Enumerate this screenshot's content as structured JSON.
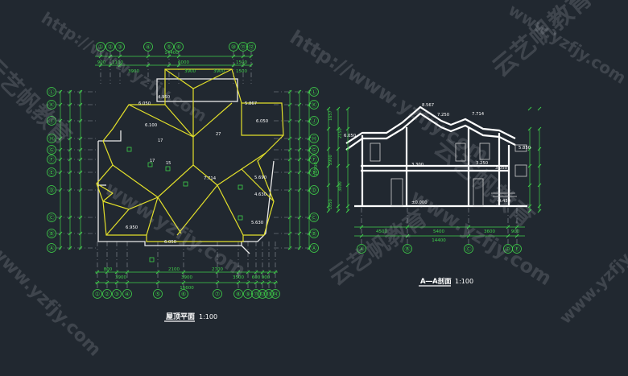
{
  "colors": {
    "background": "#212830",
    "dimension": "#3fd14a",
    "roof": "#e3e02a",
    "wall": "#ffffff",
    "grid_line": "#cfcfcf",
    "text": "#ffffff"
  },
  "plan": {
    "title": "屋顶平面",
    "scale": "1:100",
    "top_axes": [
      "①",
      "②",
      "③",
      "④",
      "⑤",
      "⑥",
      "⑩",
      "⑪",
      "⑫"
    ],
    "bottom_axes": [
      "①",
      "②",
      "③",
      "④",
      "⑤",
      "⑥",
      "⑦",
      "⑧",
      "⑨",
      "⑪",
      "⑫",
      "⑬",
      "⑭"
    ],
    "left_axes": [
      "Ⓛ",
      "Ⓚ",
      "Ⓙ",
      "Ⓗ",
      "Ⓖ",
      "Ⓕ",
      "Ⓔ",
      "Ⓓ",
      "Ⓒ",
      "Ⓑ",
      "Ⓐ"
    ],
    "top_dims": [
      "900",
      "1100",
      "6000",
      "1500",
      "3900",
      "3900",
      "3900",
      "1500"
    ],
    "top_total": "14400",
    "bottom_dims": [
      "800",
      "3900",
      "2100",
      "3900",
      "3500",
      "2700",
      "600",
      "900"
    ],
    "bottom_total": "15600",
    "right_total": "15900",
    "elevations": [
      "6.050",
      "4.950",
      "6.100",
      "5.867",
      "6.050",
      "7.714",
      "5.630",
      "4.630",
      "6.050",
      "5.690",
      "6.950"
    ],
    "roof_marks": [
      "17",
      "17",
      "15",
      "27"
    ]
  },
  "section": {
    "title": "A―A剖面",
    "scale": "1:100",
    "bottom_axes": [
      "Ⓐ",
      "Ⓑ",
      "Ⓒ",
      "Ⓓ",
      "Ⓔ"
    ],
    "bottom_dims": [
      "4500",
      "5400",
      "3600",
      "900"
    ],
    "bottom_total": "14400",
    "elevations": [
      "8.567",
      "7.714",
      "7.250",
      "6.050",
      "5.850",
      "3.300",
      "3.250",
      "3.050",
      "±0.000",
      "-0.450"
    ],
    "left_dims": [
      "1657",
      "2150",
      "3000",
      "2900",
      "1050"
    ]
  },
  "watermarks": [
    "http://www.yzfjy.com",
    "云艺帆教育",
    "www.yzfjy.com"
  ]
}
